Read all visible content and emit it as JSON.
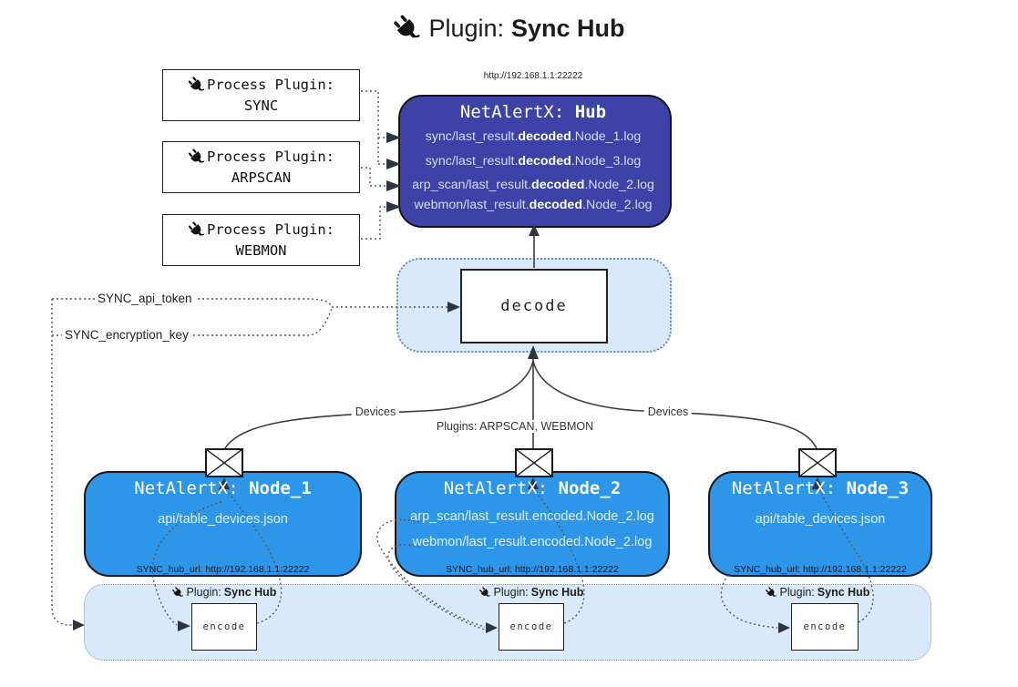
{
  "title": {
    "prefix": "Plugin: ",
    "name": "Sync Hub"
  },
  "process_plugins": [
    {
      "label": "Process Plugin:",
      "name": "SYNC"
    },
    {
      "label": "Process Plugin:",
      "name": "ARPSCAN"
    },
    {
      "label": "Process Plugin:",
      "name": "WEBMON"
    }
  ],
  "hub": {
    "url": "http://192.168.1.1:22222",
    "title_prefix": "NetAlertX: ",
    "title_name": "Hub",
    "lines": [
      {
        "prefix": "sync/last_result.",
        "bold": "decoded",
        "suffix": ".Node_1.log"
      },
      {
        "prefix": "sync/last_result.",
        "bold": "decoded",
        "suffix": ".Node_3.log"
      },
      {
        "prefix": "arp_scan/last_result.",
        "bold": "decoded",
        "suffix": ".Node_2.log"
      },
      {
        "prefix": "webmon/last_result.",
        "bold": "decoded",
        "suffix": ".Node_2.log"
      }
    ]
  },
  "decode_label": "decode",
  "tokens": {
    "api_token": "SYNC_api_token",
    "encryption_key": "SYNC_encryption_key"
  },
  "edge_labels": {
    "devices_left": "Devices",
    "plugins_mid": "Plugins: ARPSCAN, WEBMON",
    "devices_right": "Devices"
  },
  "nodes": [
    {
      "title_prefix": "NetAlertX: ",
      "title_name": "Node_1",
      "lines": [
        "api/table_devices.json"
      ],
      "hub_url": "SYNC_hub_url: http://192.168.1.1:22222"
    },
    {
      "title_prefix": "NetAlertX: ",
      "title_name": "Node_2",
      "lines": [
        "arp_scan/last_result.encoded.Node_2.log",
        "webmon/last_result.encoded.Node_2.log"
      ],
      "hub_url": "SYNC_hub_url: http://192.168.1.1:22222"
    },
    {
      "title_prefix": "NetAlertX: ",
      "title_name": "Node_3",
      "lines": [
        "api/table_devices.json"
      ],
      "hub_url": "SYNC_hub_url: http://192.168.1.1:22222"
    }
  ],
  "encoders": [
    {
      "label_prefix": "Plugin: ",
      "label_name": "Sync Hub",
      "box_label": "encode"
    },
    {
      "label_prefix": "Plugin: ",
      "label_name": "Sync Hub",
      "box_label": "encode"
    },
    {
      "label_prefix": "Plugin: ",
      "label_name": "Sync Hub",
      "box_label": "encode"
    }
  ],
  "colors": {
    "hub_fill": "#3D43A6",
    "node_fill": "#2D96E8",
    "panel_fill": "#D9E9F9"
  }
}
